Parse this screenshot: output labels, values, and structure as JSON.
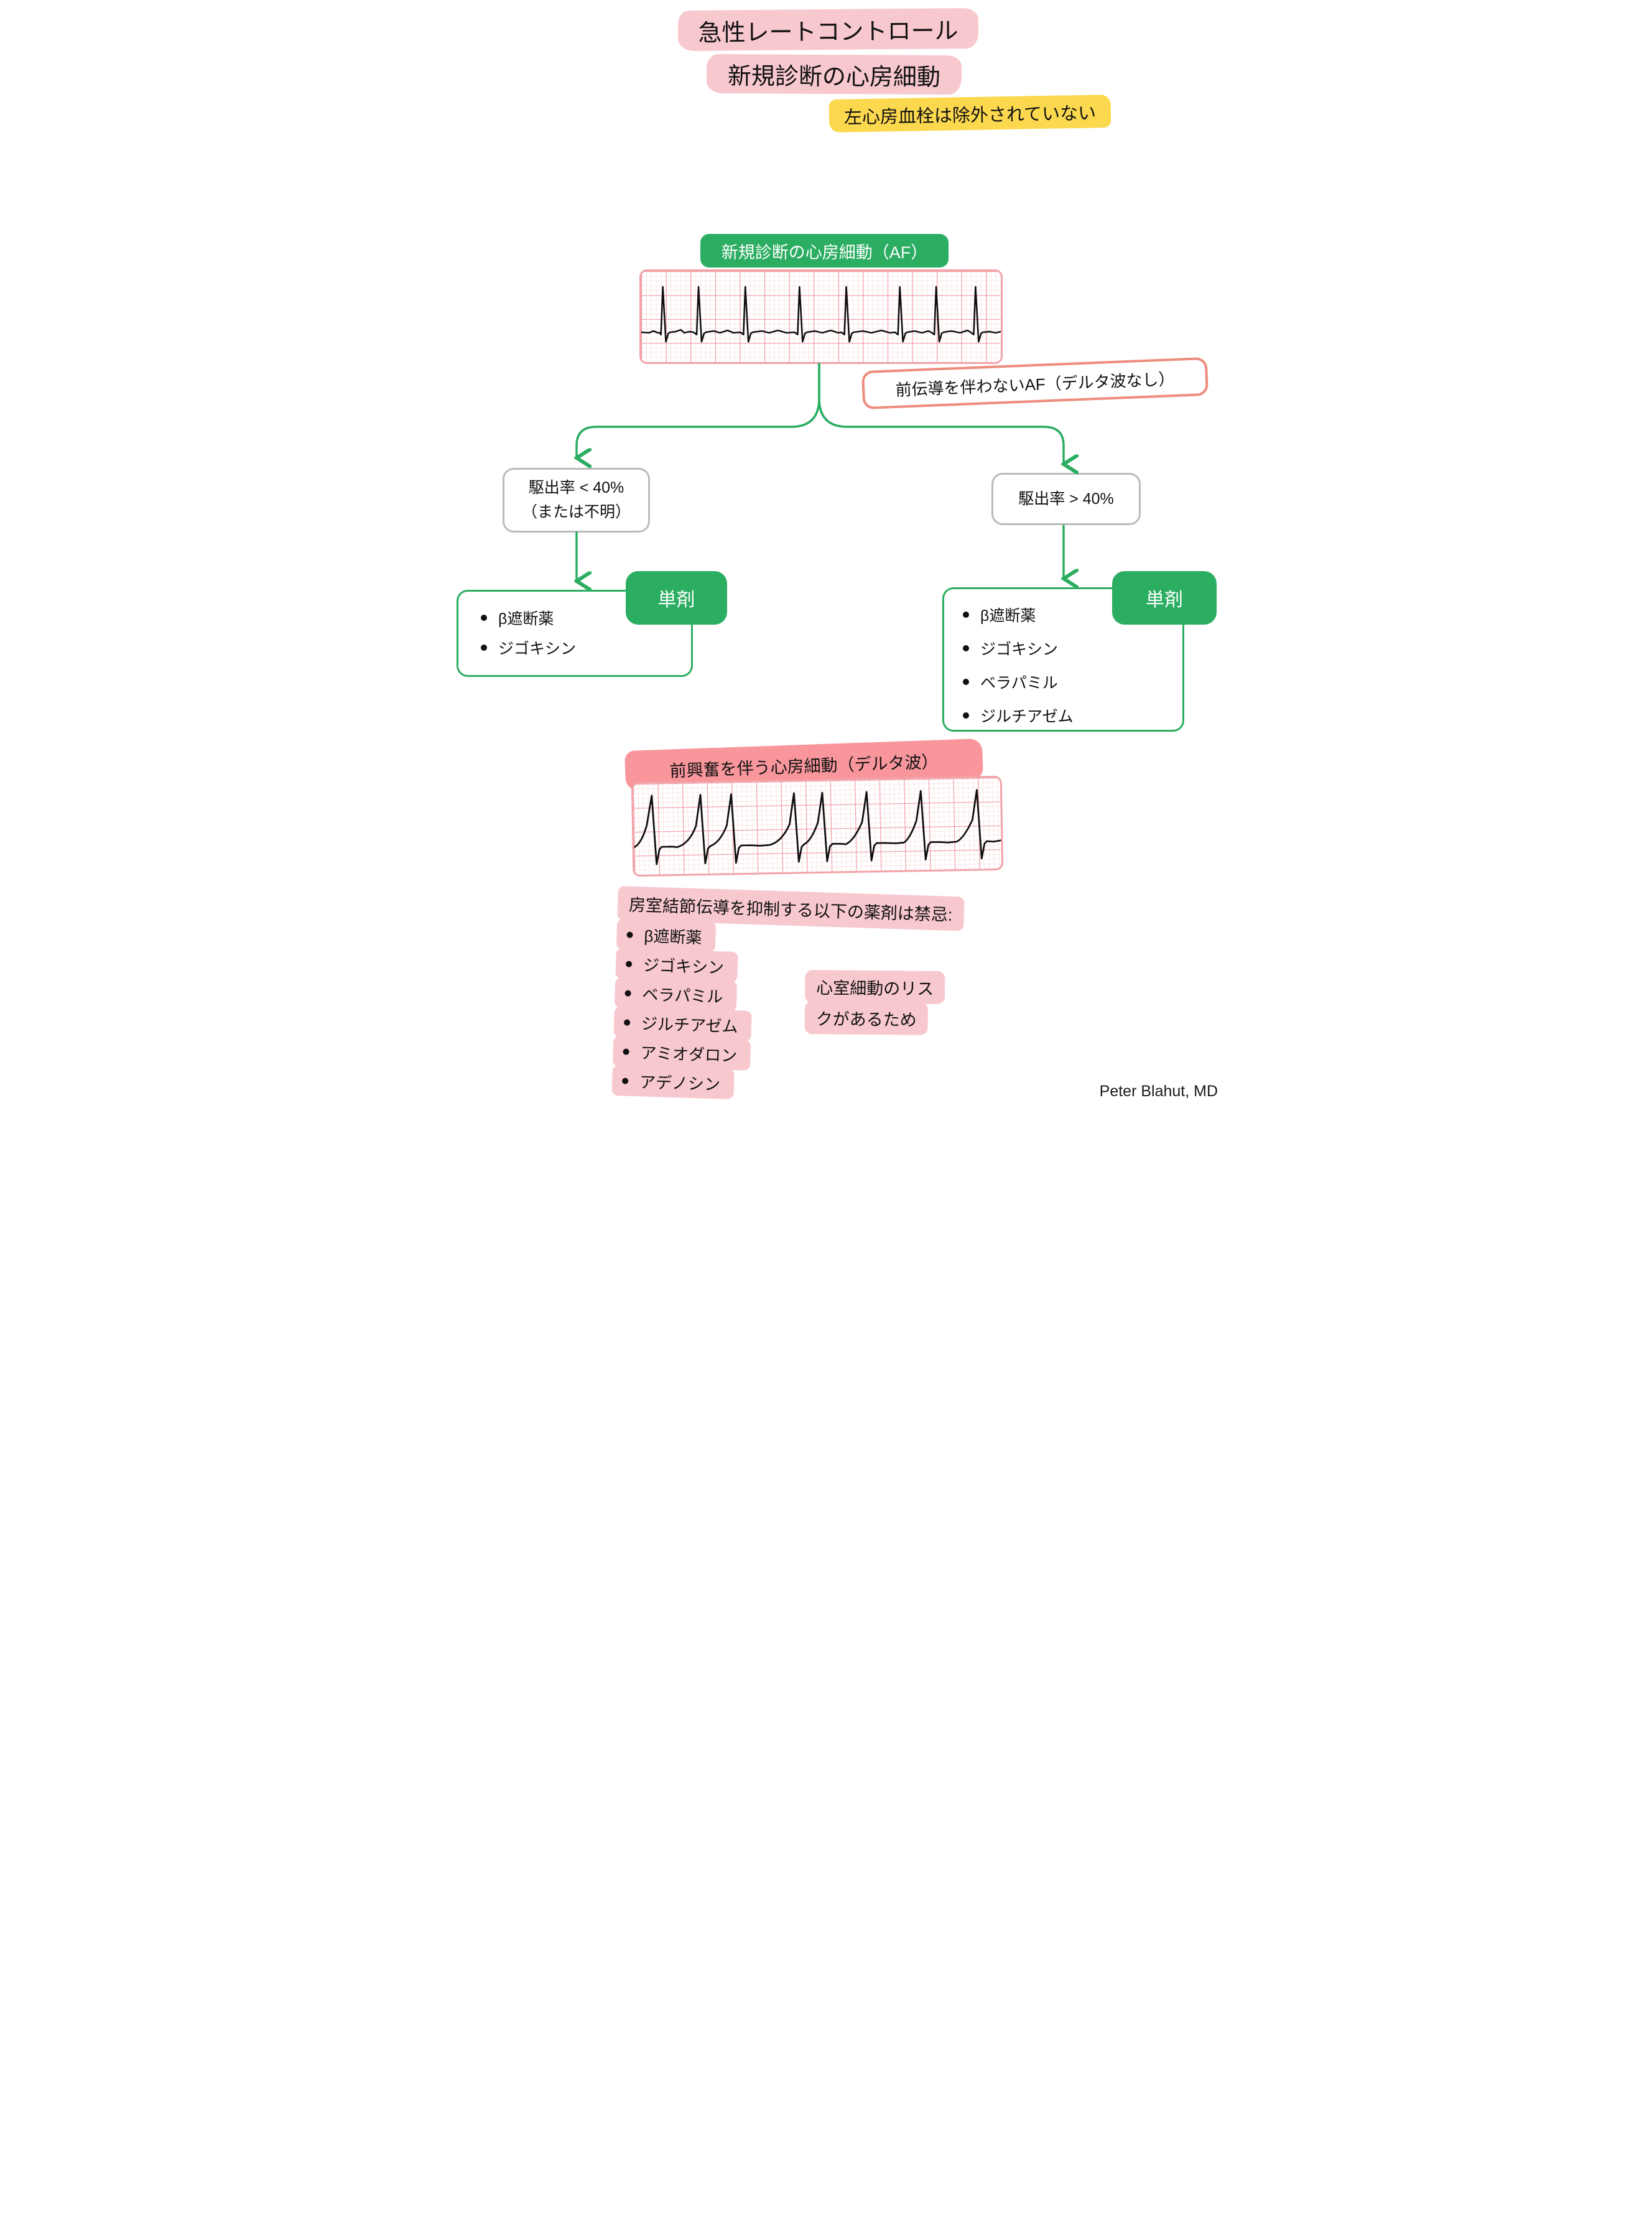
{
  "header": {
    "title_line1": "急性レートコントロール",
    "title_line2": "新規診断の心房細動",
    "warning": "左心房血栓は除外されていない"
  },
  "flow": {
    "root_label": "新規診断の心房細動（AF）",
    "no_delta_label": "前伝導を伴わないAF（デルタ波なし）",
    "left": {
      "condition_line1": "駆出率 < 40%",
      "condition_line2": "（または不明）",
      "tag": "単剤",
      "drugs": [
        "β遮断薬",
        "ジゴキシン"
      ]
    },
    "right": {
      "condition": "駆出率 > 40%",
      "tag": "単剤",
      "drugs": [
        "β遮断薬",
        "ジゴキシン",
        "ベラパミル",
        "ジルチアゼム"
      ]
    }
  },
  "pre": {
    "label": "前興奮を伴う心房細動（デルタ波）",
    "header": "房室結節伝導を抑制する以下の薬剤は禁忌:",
    "drugs": [
      "β遮断薬",
      "ジゴキシン",
      "ベラパミル",
      "ジルチアゼム",
      "アミオダロン",
      "アデノシン"
    ],
    "reason_line1": "心室細動のリス",
    "reason_line2": "クがあるため"
  },
  "credit": "Peter Blahut, MD",
  "colors": {
    "green": "#2BAD62",
    "pink_highlight": "#F8C8CF",
    "pink_deep": "#F8969C",
    "salmon_border": "#EE8C7D",
    "yellow": "#FBD84E",
    "gray_border": "#BBBBBB",
    "ecg_grid_minor": "#F7CED3",
    "ecg_grid_major": "#F09AA2"
  }
}
